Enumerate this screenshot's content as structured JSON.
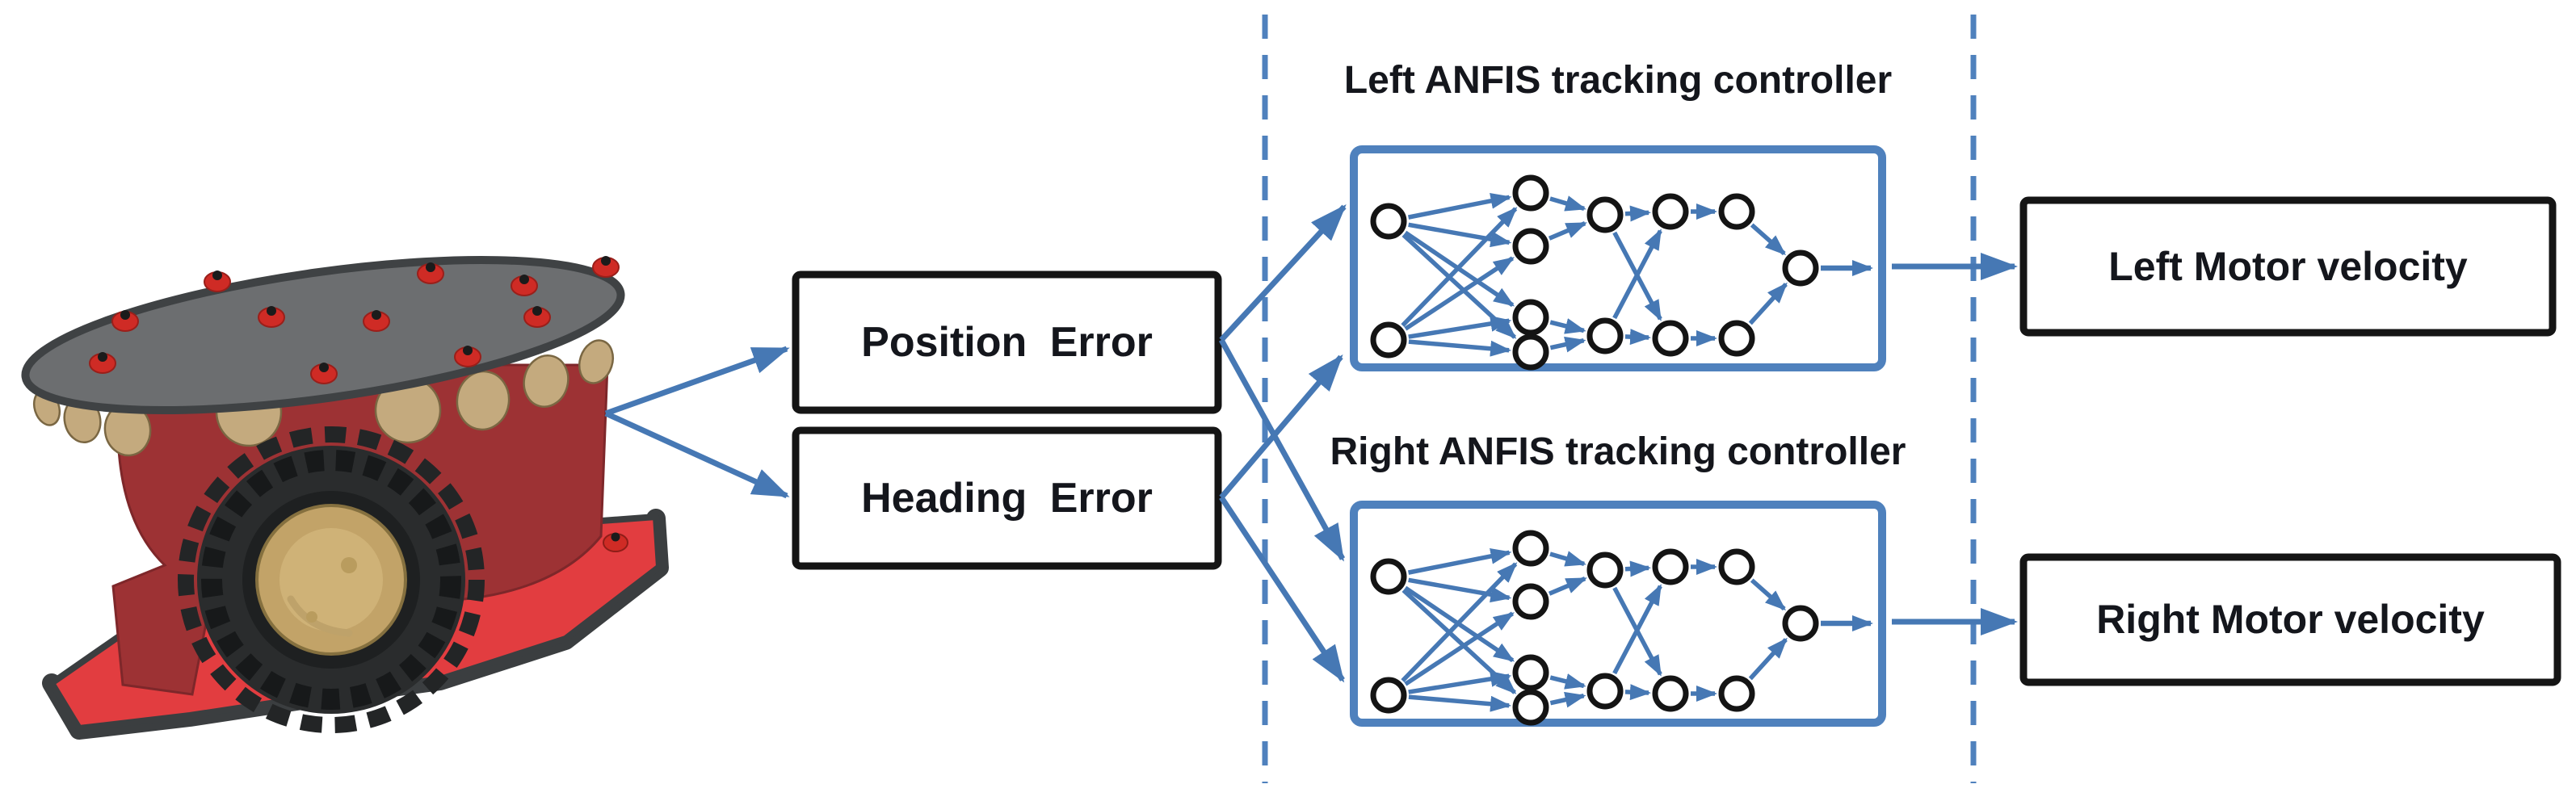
{
  "labels": {
    "position_error": "Position Error",
    "heading_error": "Heading Error",
    "left_controller": "Left ANFIS tracking controller",
    "right_controller": "Right ANFIS tracking controller",
    "left_motor": "Left Motor velocity",
    "right_motor": "Right Motor velocity"
  },
  "colors": {
    "accent_blue": "#4f81bd",
    "box_border_black": "#151515",
    "background": "#ffffff",
    "robot_body_red": "#9d3234",
    "robot_deck_red": "#e23d40",
    "robot_top_plate_gray": "#6c6e70",
    "robot_trim_gray": "#3b3e40",
    "robot_sonar_tan": "#c4aa7e",
    "robot_wheel_black": "#2a2c2d",
    "robot_hub_gold": "#c2a368",
    "robot_screw_red": "#cf2b25"
  },
  "icons": {
    "robot_image": "mobile-robot-3d-render"
  }
}
